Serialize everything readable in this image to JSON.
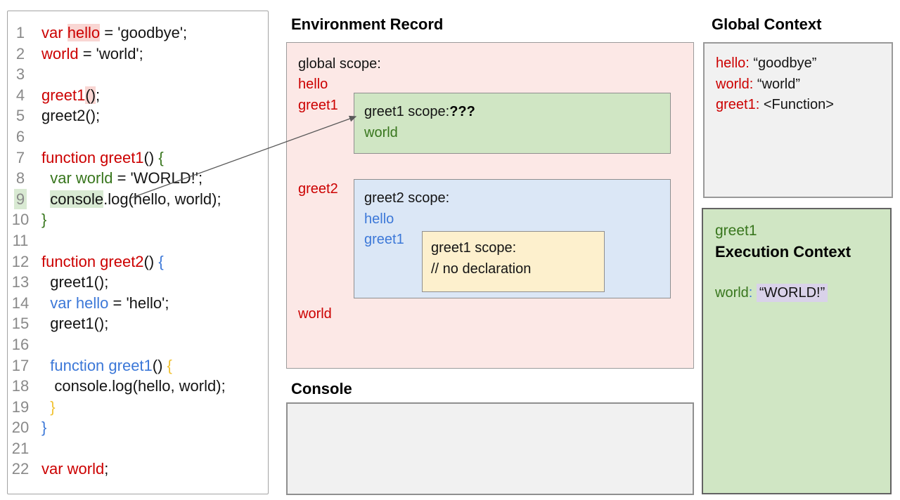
{
  "palette": {
    "red": "#cc0000",
    "green": "#38761d",
    "blue": "#3c78d8",
    "yellow": "#f1c232",
    "gray_num": "#898989",
    "pink_bg": "#fce8e6",
    "green_bg": "#d0e6c4",
    "blue_bg": "#dbe7f6",
    "yellow_bg": "#fdf0cd",
    "gray_bg": "#f1f1f1",
    "hl_pink": "#f9d6d3",
    "hl_green": "#d9ead3",
    "hl_purple": "#d9d2e9"
  },
  "code_panel": {
    "lines": [
      {
        "n": "1",
        "seg": [
          [
            "var ",
            "red"
          ],
          [
            "hello",
            "red",
            "pink"
          ],
          [
            " = 'goodbye';",
            "black"
          ]
        ]
      },
      {
        "n": "2",
        "seg": [
          [
            "world",
            "red"
          ],
          [
            " = 'world';",
            "black"
          ]
        ]
      },
      {
        "n": "3",
        "seg": []
      },
      {
        "n": "4",
        "seg": [
          [
            "greet1",
            "red"
          ],
          [
            "()",
            "black",
            "pink"
          ],
          [
            ";",
            "black"
          ]
        ]
      },
      {
        "n": "5",
        "seg": [
          [
            "greet2();",
            "black"
          ]
        ]
      },
      {
        "n": "6",
        "seg": []
      },
      {
        "n": "7",
        "seg": [
          [
            "function greet1",
            "red"
          ],
          [
            "() ",
            "black"
          ],
          [
            "{",
            "green"
          ]
        ]
      },
      {
        "n": "8",
        "seg": [
          [
            "  ",
            "black"
          ],
          [
            "var world",
            "green"
          ],
          [
            " = 'WORLD!';",
            "black"
          ]
        ]
      },
      {
        "n": "9",
        "hl": "green",
        "seg": [
          [
            "  ",
            "black"
          ],
          [
            "console",
            "black",
            "green"
          ],
          [
            ".log(hello, world);",
            "black"
          ]
        ]
      },
      {
        "n": "10",
        "seg": [
          [
            "}",
            "green"
          ]
        ]
      },
      {
        "n": "11",
        "seg": []
      },
      {
        "n": "12",
        "seg": [
          [
            "function greet2",
            "red"
          ],
          [
            "() ",
            "black"
          ],
          [
            "{",
            "blue"
          ]
        ]
      },
      {
        "n": "13",
        "seg": [
          [
            "  greet1();",
            "black"
          ]
        ]
      },
      {
        "n": "14",
        "seg": [
          [
            "  ",
            "black"
          ],
          [
            "var hello",
            "blue"
          ],
          [
            " = 'hello';",
            "black"
          ]
        ]
      },
      {
        "n": "15",
        "seg": [
          [
            "  greet1();",
            "black"
          ]
        ]
      },
      {
        "n": "16",
        "seg": []
      },
      {
        "n": "17",
        "seg": [
          [
            "  ",
            "black"
          ],
          [
            "function greet1",
            "blue"
          ],
          [
            "() ",
            "black"
          ],
          [
            "{",
            "yellow"
          ]
        ]
      },
      {
        "n": "18",
        "seg": [
          [
            "   console.log(hello, world);",
            "black"
          ]
        ]
      },
      {
        "n": "19",
        "seg": [
          [
            "  ",
            "black"
          ],
          [
            "}",
            "yellow"
          ]
        ]
      },
      {
        "n": "20",
        "seg": [
          [
            "}",
            "blue"
          ]
        ]
      },
      {
        "n": "21",
        "seg": []
      },
      {
        "n": "22",
        "seg": [
          [
            "var world",
            "red"
          ],
          [
            ";",
            "black"
          ]
        ]
      }
    ]
  },
  "environment_record": {
    "title": "Environment Record",
    "global_scope_label": "global scope:",
    "global_hello": "hello",
    "global_greet1": "greet1",
    "global_greet2": "greet2",
    "global_world": "world",
    "greet1_scope": {
      "label": "greet1 scope:",
      "question": "???",
      "var_world": "world"
    },
    "greet2_scope": {
      "label": "greet2 scope:",
      "var_hello": "hello",
      "var_greet1": "greet1",
      "inner_greet1_scope": {
        "label": "greet1 scope:",
        "comment": "// no declaration"
      }
    }
  },
  "console_section": {
    "title": "Console"
  },
  "global_context": {
    "title": "Global Context",
    "entries": [
      {
        "label": "hello:",
        "value": " “goodbye”"
      },
      {
        "label": "world:",
        "value": " “world”"
      },
      {
        "label": "greet1:",
        "value": " <Function>"
      }
    ]
  },
  "execution_context": {
    "fn_name": "greet1",
    "title": "Execution Context",
    "var_name": "world",
    "colon": ": ",
    "value": "“WORLD!”"
  }
}
